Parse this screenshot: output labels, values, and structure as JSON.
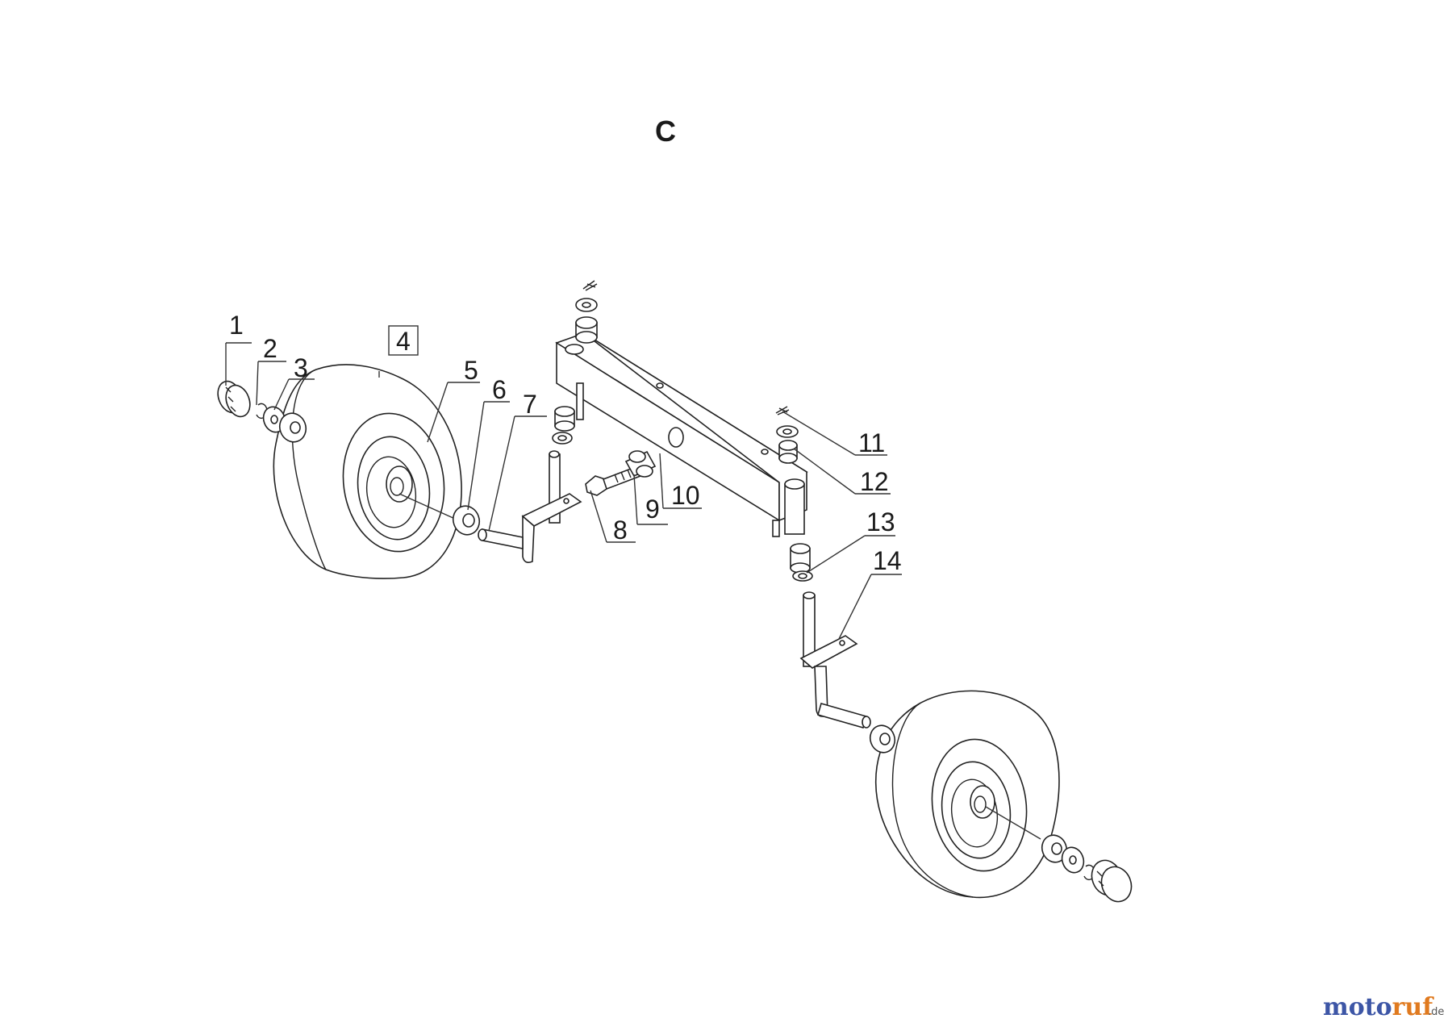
{
  "diagram": {
    "section_label": "C",
    "callouts": [
      {
        "id": "1",
        "text": "1"
      },
      {
        "id": "2",
        "text": "2"
      },
      {
        "id": "3",
        "text": "3"
      },
      {
        "id": "4",
        "text": "4",
        "boxed": true
      },
      {
        "id": "5",
        "text": "5"
      },
      {
        "id": "6",
        "text": "6"
      },
      {
        "id": "7",
        "text": "7"
      },
      {
        "id": "8",
        "text": "8"
      },
      {
        "id": "9",
        "text": "9"
      },
      {
        "id": "10",
        "text": "10"
      },
      {
        "id": "11",
        "text": "11"
      },
      {
        "id": "12",
        "text": "12"
      },
      {
        "id": "13",
        "text": "13"
      },
      {
        "id": "14",
        "text": "14"
      }
    ]
  },
  "watermark": {
    "brand_part1": "moto",
    "brand_part2": "ruf",
    "suffix": ".de",
    "color_main": "#3d56a6",
    "color_accent": "#e07a1f"
  }
}
